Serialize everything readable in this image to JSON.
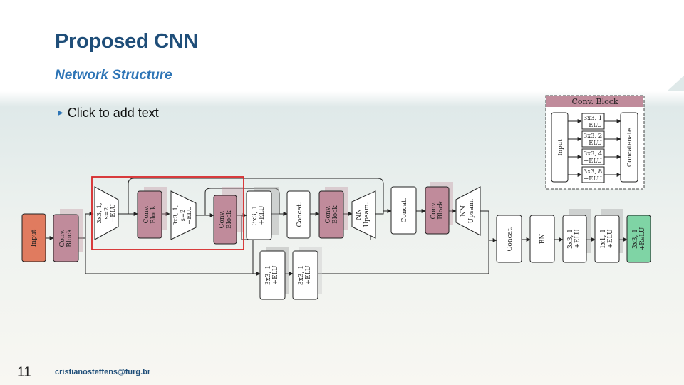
{
  "slide": {
    "title": "Proposed CNN",
    "subtitle": "Network Structure",
    "bullet": "Click to add text",
    "page_number": "11",
    "email": "cristianosteffens@furg.br"
  },
  "colors": {
    "title": "#1f4e79",
    "subtitle": "#2e75b6",
    "input_block": "#e07b5f",
    "conv_block": "#c08b9b",
    "output_block": "#7fd4a5",
    "highlight_box": "#d62728"
  },
  "diagram": {
    "input": "Input",
    "conv_block": [
      "Conv.",
      "Block"
    ],
    "down_conv": [
      "3x3, 1,",
      "s=2",
      "+ELU"
    ],
    "conv_elu": [
      "3x3, 1",
      "+ELU"
    ],
    "concat": "Concat.",
    "upsample": [
      "NN",
      "Upsam."
    ],
    "bn": "BN",
    "conv1x1": [
      "1x1, 1",
      "+ELU"
    ],
    "output": [
      "3x3, 1",
      "+ReLU"
    ]
  },
  "legend": {
    "title": "Conv. Block",
    "input": "Input",
    "concatenate": "Concatenate",
    "branches": [
      [
        "3x3, 1",
        "+ELU"
      ],
      [
        "3x3, 2",
        "+ELU"
      ],
      [
        "3x3, 4",
        "+ELU"
      ],
      [
        "3x3, 8",
        "+ELU"
      ]
    ]
  }
}
